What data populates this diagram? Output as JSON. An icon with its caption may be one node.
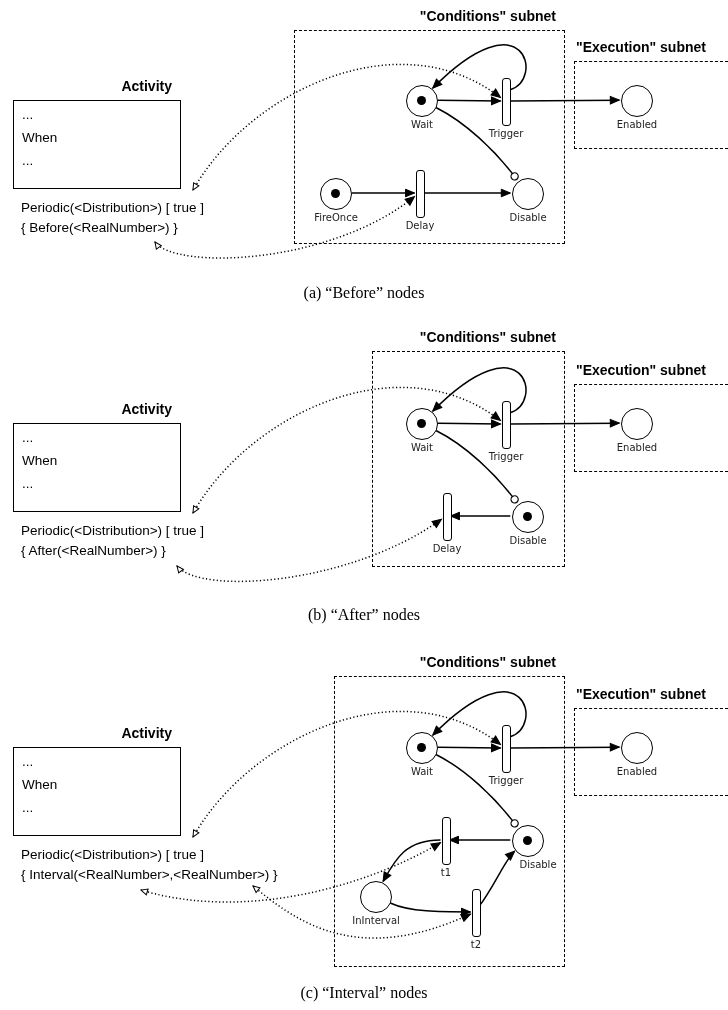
{
  "diagram": {
    "nodes": [
      {
        "text": [
          "\"Conditions\" subnet"
        ]
      },
      {
        "text": [
          "\"Execution\" subnet"
        ]
      },
      {
        "text": [
          "Activity",
          "...",
          "When",
          "..."
        ]
      },
      {
        "text": [
          "Periodic(<Distribution>) [ true ]"
        ]
      },
      {
        "text": [
          "{ Before(<RealNumber>) }"
        ]
      },
      {
        "text": [],
        "shape": "circle",
        "beside": [
          "Wait"
        ],
        "in": 0
      },
      {
        "text": [],
        "shape": "bar",
        "beside": [
          "Trigger"
        ],
        "in": 0
      },
      {
        "text": [],
        "shape": "circle",
        "beside": [
          "Enabled"
        ],
        "in": 1
      },
      {
        "text": [],
        "shape": "circle",
        "beside": [
          "FireOnce"
        ],
        "in": 0
      },
      {
        "text": [],
        "shape": "bar",
        "beside": [
          "Delay"
        ],
        "in": 0
      },
      {
        "text": [],
        "shape": "circle",
        "beside": [
          "Disable"
        ],
        "in": 0
      },
      {
        "text": [
          "\"Conditions\" subnet"
        ]
      },
      {
        "text": [
          "\"Execution\" subnet"
        ]
      },
      {
        "text": [
          "Activity",
          "...",
          "When",
          "..."
        ]
      },
      {
        "text": [
          "Periodic(<Distribution>) [ true ]"
        ]
      },
      {
        "text": [
          "{ After(<RealNumber>) }"
        ]
      },
      {
        "text": [],
        "shape": "circle",
        "beside": [
          "Wait"
        ],
        "in": 11
      },
      {
        "text": [],
        "shape": "bar",
        "beside": [
          "Trigger"
        ],
        "in": 11
      },
      {
        "text": [],
        "shape": "circle",
        "beside": [
          "Enabled"
        ],
        "in": 12
      },
      {
        "text": [],
        "shape": "bar",
        "beside": [
          "Delay"
        ],
        "in": 11
      },
      {
        "text": [],
        "shape": "circle",
        "beside": [
          "Disable"
        ],
        "in": 11
      },
      {
        "text": [
          "\"Conditions\" subnet"
        ]
      },
      {
        "text": [
          "\"Execution\" subnet"
        ]
      },
      {
        "text": [
          "Activity",
          "...",
          "When",
          "..."
        ]
      },
      {
        "text": [
          "Periodic(<Distribution>) [ true ]"
        ]
      },
      {
        "text": [
          "{ Interval(<RealNumber>,<RealNumber>) }"
        ]
      },
      {
        "text": [],
        "shape": "circle",
        "beside": [
          "Wait"
        ],
        "in": 21
      },
      {
        "text": [],
        "shape": "bar",
        "beside": [
          "Trigger"
        ],
        "in": 21
      },
      {
        "text": [],
        "shape": "circle",
        "beside": [
          "Enabled"
        ],
        "in": 22
      },
      {
        "text": [],
        "shape": "bar",
        "beside": [
          "t1"
        ],
        "in": 21
      },
      {
        "text": [],
        "shape": "circle",
        "beside": [
          "Disable"
        ],
        "in": 21
      },
      {
        "text": [],
        "shape": "circle",
        "beside": [
          "InInterval"
        ],
        "in": 21
      },
      {
        "text": [],
        "shape": "bar",
        "beside": [
          "t2"
        ],
        "in": 21
      }
    ],
    "edges": [
      {
        "from": 5,
        "to": 6,
        "arrow": "to"
      },
      {
        "from": 6,
        "to": 5,
        "arrow": "to"
      },
      {
        "from": 6,
        "to": 7,
        "arrow": "to"
      },
      {
        "from": 5,
        "to": 10,
        "arrow": "other"
      },
      {
        "from": 8,
        "to": 9,
        "arrow": "to"
      },
      {
        "from": 9,
        "to": 10,
        "arrow": "to"
      },
      {
        "from": 3,
        "to": 6,
        "arrow": "both",
        "style": "dashed"
      },
      {
        "from": 4,
        "to": 9,
        "arrow": "both",
        "style": "dashed"
      },
      {
        "from": 16,
        "to": 17,
        "arrow": "to"
      },
      {
        "from": 17,
        "to": 16,
        "arrow": "to"
      },
      {
        "from": 17,
        "to": 18,
        "arrow": "to"
      },
      {
        "from": 16,
        "to": 20,
        "arrow": "other"
      },
      {
        "from": 20,
        "to": 19,
        "arrow": "to"
      },
      {
        "from": 14,
        "to": 17,
        "arrow": "both",
        "style": "dashed"
      },
      {
        "from": 15,
        "to": 19,
        "arrow": "both",
        "style": "dashed"
      },
      {
        "from": 26,
        "to": 27,
        "arrow": "to"
      },
      {
        "from": 27,
        "to": 26,
        "arrow": "to"
      },
      {
        "from": 27,
        "to": 28,
        "arrow": "to"
      },
      {
        "from": 26,
        "to": 30,
        "arrow": "other"
      },
      {
        "from": 30,
        "to": 29,
        "arrow": "to"
      },
      {
        "from": 29,
        "to": 31,
        "arrow": "to"
      },
      {
        "from": 31,
        "to": 32,
        "arrow": "to"
      },
      {
        "from": 32,
        "to": 30,
        "arrow": "to"
      },
      {
        "from": 24,
        "to": 27,
        "arrow": "both",
        "style": "dashed"
      },
      {
        "from": 25,
        "to": 29,
        "arrow": "both",
        "style": "dashed"
      },
      {
        "from": 25,
        "to": 32,
        "arrow": "both",
        "style": "dashed"
      }
    ],
    "labels": [
      "(a) “Before” nodes",
      "(b) “After” nodes",
      "(c) “Interval” nodes"
    ]
  }
}
